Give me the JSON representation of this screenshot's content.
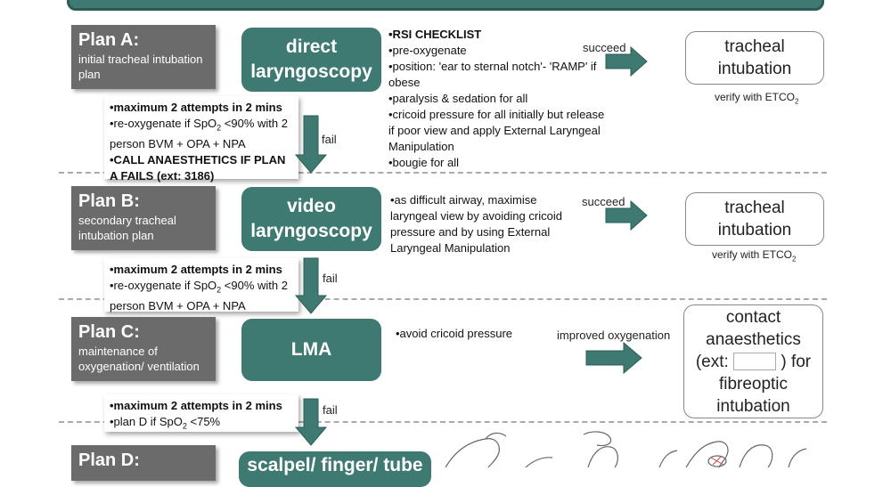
{
  "plans": [
    {
      "label": "Plan A:",
      "subtitle": "initial tracheal intubation plan",
      "action": "direct laryngoscopy",
      "note_title": "•RSI CHECKLIST",
      "notes": [
        "•pre-oxygenate",
        "•position: 'ear to sternal notch'- 'RAMP' if obese",
        "•paralysis & sedation for all",
        "•cricoid pressure for all initially but release if poor view and apply External Laryngeal Manipulation",
        "•bougie for all"
      ],
      "succeed_label": "succeed",
      "outcome": "tracheal intubation",
      "verify": "verify with ETCO",
      "verify_sub": "2",
      "fail_label": "fail",
      "fail_notes": {
        "l1": "•maximum 2 attempts in 2 mins",
        "l2a": "•re-oxygenate if SpO",
        "l2sub": "2",
        "l2b": " <90% with 2 person BVM + OPA + NPA",
        "l3": "•CALL ANAESTHETICS IF PLAN A FAILS (ext: 3186)"
      }
    },
    {
      "label": "Plan B:",
      "subtitle": "secondary tracheal intubation plan",
      "action": "video laryngoscopy",
      "note": "•as difficult airway, maximise laryngeal view by avoiding cricoid pressure and by using External Laryngeal Manipulation",
      "succeed_label": "succeed",
      "outcome": "tracheal intubation",
      "verify": "verify with ETCO",
      "verify_sub": "2",
      "fail_label": "fail",
      "fail_notes": {
        "l1": "•maximum 2 attempts in 2 mins",
        "l2a": "•re-oxygenate if SpO",
        "l2sub": "2",
        "l2b": " <90% with 2 person BVM + OPA + NPA"
      }
    },
    {
      "label": "Plan C:",
      "subtitle": "maintenance of oxygenation/ ventilation",
      "action": "LMA",
      "note": "•avoid cricoid pressure",
      "succeed_label": "improved oxygenation",
      "outcome_l1": "contact anaesthetics",
      "outcome_l2a": "(ext:",
      "outcome_l2b": ") for",
      "outcome_l3": "fibreoptic intubation",
      "fail_label": "fail",
      "fail_notes": {
        "l1": "•maximum 2 attempts in 2 mins",
        "l2a": "•plan D if SpO",
        "l2sub": "2",
        "l2b": " <75%"
      }
    },
    {
      "label": "Plan D:",
      "action": "scalpel/ finger/ tube"
    }
  ]
}
